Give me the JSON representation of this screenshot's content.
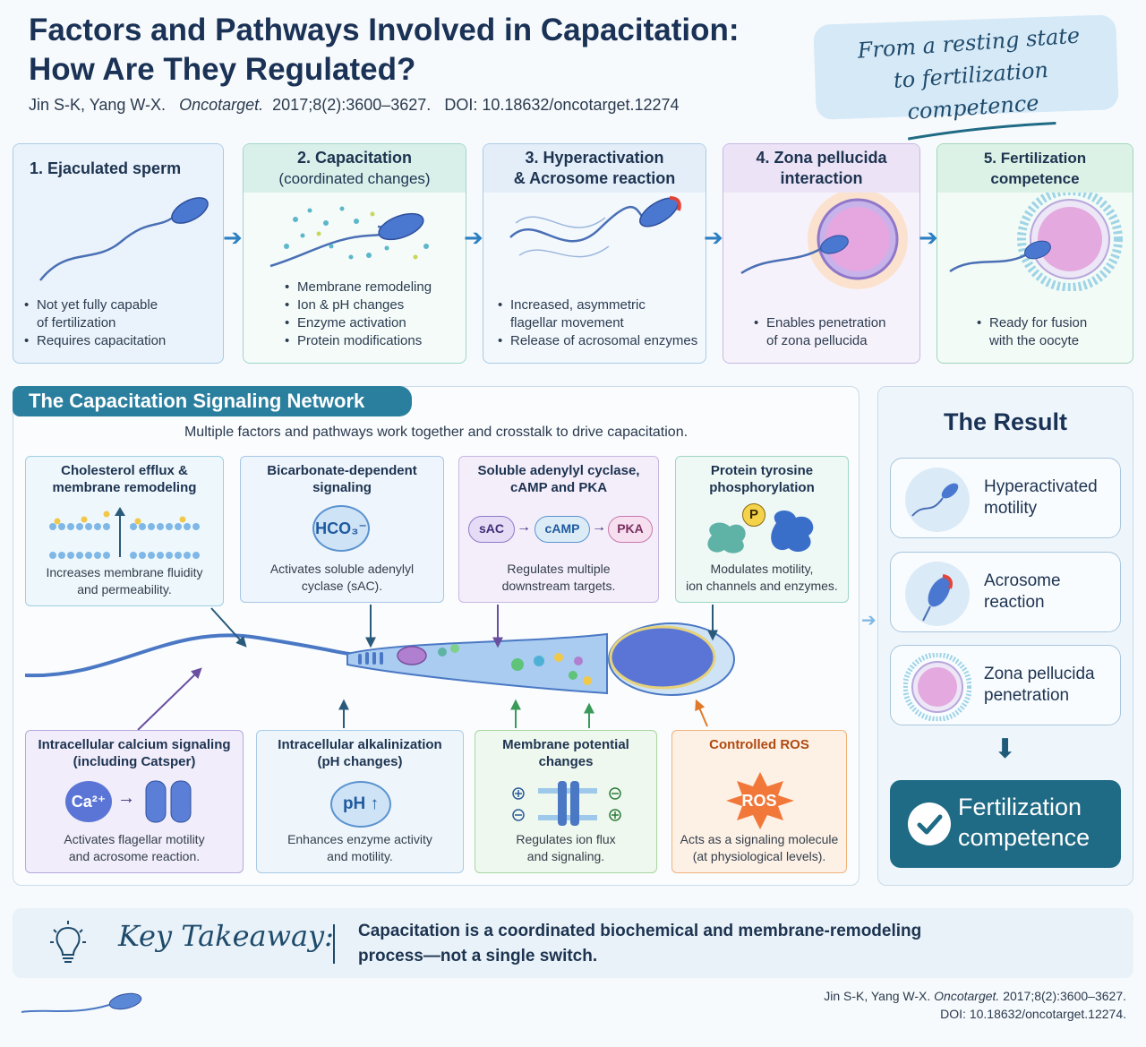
{
  "header": {
    "title_line1": "Factors and Pathways Involved in Capacitation:",
    "title_line2": "How Are They Regulated?",
    "authors": "Jin S-K, Yang W-X.",
    "journal": "Oncotarget.",
    "volume": "2017;8(2):3600–3627.",
    "doi": "DOI: 10.18632/oncotarget.12274",
    "banner_line1": "From a resting state",
    "banner_line2": "to fertilization competence"
  },
  "steps": [
    {
      "title": "1.  Ejaculated sperm",
      "subtitle": "",
      "bullets": [
        "Not yet fully capable",
        "of fertilization",
        "Requires capacitation"
      ]
    },
    {
      "title": "2. Capacitation",
      "subtitle": "(coordinated changes)",
      "bullets": [
        "Membrane remodeling",
        "Ion & pH changes",
        "Enzyme activation",
        "Protein modifications"
      ]
    },
    {
      "title": "3. Hyperactivation",
      "subtitle": "& Acrosome reaction",
      "bullets": [
        "Increased, asymmetric",
        "flagellar movement",
        "Release of acrosomal enzymes"
      ]
    },
    {
      "title": "4.  Zona pellucida",
      "subtitle": "interaction",
      "bullets": [
        "Enables penetration",
        "of zona pellucida"
      ]
    },
    {
      "title": "5. Fertilization competence",
      "subtitle": "",
      "bullets": [
        "Ready for fusion",
        "with the oocyte"
      ]
    }
  ],
  "network": {
    "title": "The Capacitation Signaling Network",
    "subtitle": "Multiple factors and pathways work together and crosstalk to drive capacitation.",
    "factors": [
      {
        "title": "Cholesterol efflux &",
        "title2": "membrane remodeling",
        "desc": "Increases membrane fluidity",
        "desc2": "and permeability."
      },
      {
        "title": "Bicarbonate-dependent",
        "title2": "signaling",
        "icon_label": "HCO₃⁻",
        "desc": "Activates soluble adenylyl",
        "desc2": "cyclase (sAC)."
      },
      {
        "title": "Soluble adenylyl cyclase,",
        "title2": "cAMP and PKA",
        "chain": [
          "sAC",
          "cAMP",
          "PKA"
        ],
        "desc": "Regulates multiple",
        "desc2": "downstream targets."
      },
      {
        "title": "Protein tyrosine",
        "title2": "phosphorylation",
        "icon_label": "P",
        "desc": "Modulates motility,",
        "desc2": "ion channels and enzymes."
      },
      {
        "title": "Intracellular calcium signaling",
        "title2": "(including Catsper)",
        "icon_label": "Ca²⁺",
        "desc": "Activates flagellar motility",
        "desc2": "and acrosome reaction."
      },
      {
        "title": "Intracellular alkalinization",
        "title2": "(pH changes)",
        "icon_label": "pH ↑",
        "desc": "Enhances enzyme activity",
        "desc2": "and motility."
      },
      {
        "title": "Membrane potential",
        "title2": "changes",
        "desc": "Regulates ion flux",
        "desc2": "and signaling."
      },
      {
        "title": "Controlled ROS",
        "title2": "",
        "icon_label": "ROS",
        "desc": "Acts as a signaling molecule",
        "desc2": "(at physiological levels)."
      }
    ]
  },
  "result": {
    "title": "The Result",
    "items": [
      {
        "line1": "Hyperactivated",
        "line2": "motility"
      },
      {
        "line1": "Acrosome reaction",
        "line2": ""
      },
      {
        "line1": "Zona pellucida",
        "line2": "penetration"
      }
    ],
    "final_line1": "Fertilization",
    "final_line2": "competence"
  },
  "takeaway": {
    "label": "Key Takeaway:",
    "line1": "Capacitation is a coordinated biochemical and membrane-remodeling",
    "line2": "process—not a single switch."
  },
  "footer": {
    "authors": "Jin S-K, Yang W-X.",
    "journal": "Oncotarget.",
    "volume": "2017;8(2):3600–3627.",
    "doi": "DOI: 10.18632/oncotarget.12274."
  },
  "colors": {
    "step1": "#eaf3fb",
    "step2": "#e6f5f1",
    "step3": "#eaf2fb",
    "step4": "#f1ecf8",
    "step5": "#e9f6f0",
    "accent_blue": "#2b7fc2",
    "teal": "#1f6a84",
    "purple": "#7d5bb5",
    "orange": "#f08a3c",
    "green": "#4aa86b"
  }
}
